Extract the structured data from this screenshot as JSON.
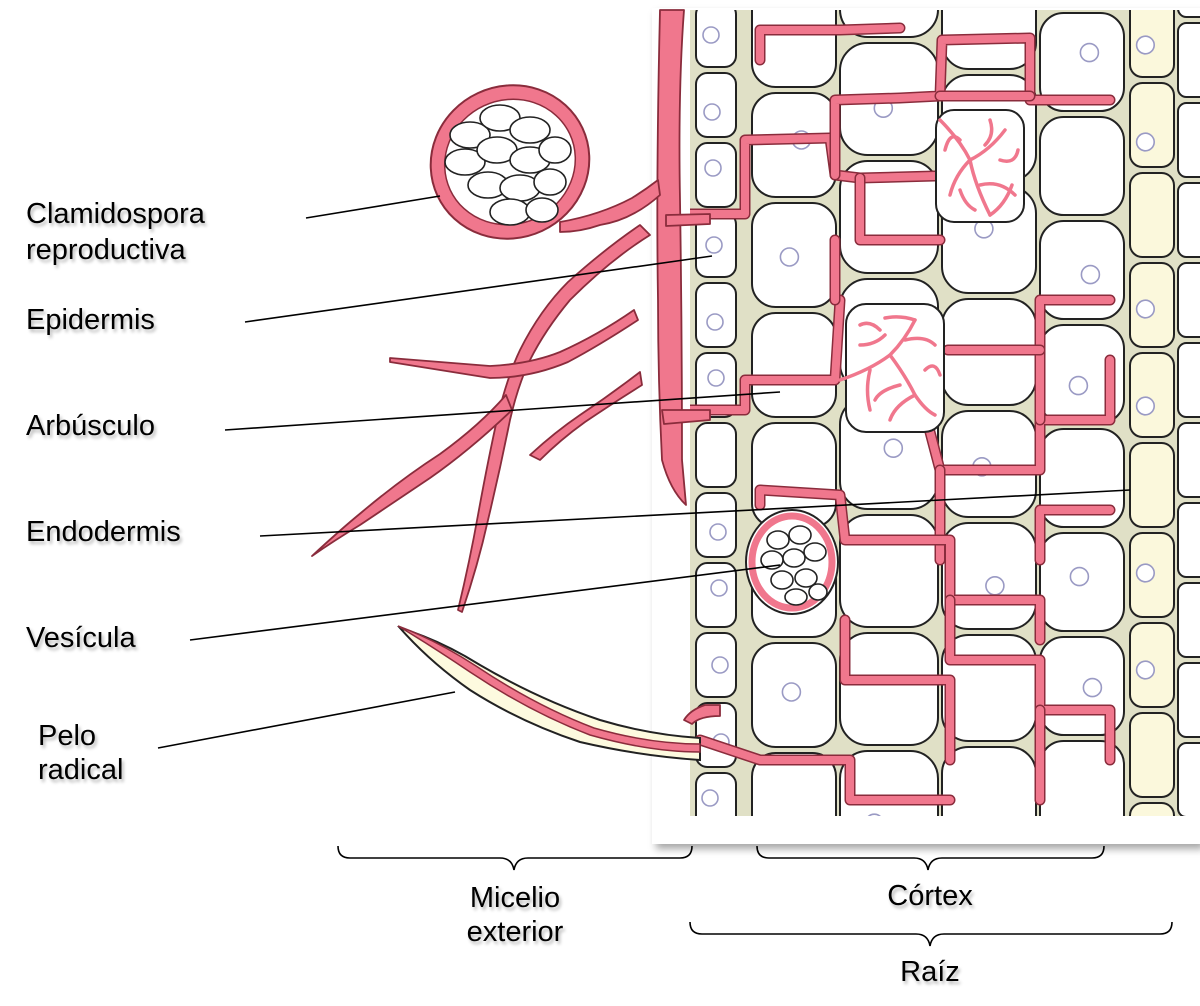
{
  "labels": {
    "clamidospora_1": "Clamidospora",
    "clamidospora_2": "reproductiva",
    "epidermis": "Epidermis",
    "arbusculo": "Arbúsculo",
    "endodermis": "Endodermis",
    "vesicula": "Vesícula",
    "pelo_1": "Pelo",
    "pelo_2": "radical",
    "micelio_1": "Micelio",
    "micelio_2": "exterior",
    "cortex": "Córtex",
    "raiz": "Raíz"
  },
  "colors": {
    "hypha": "#f0778d",
    "hypha_outline": "#8a2c3c",
    "cell_fill": "#ffffff",
    "cell_outline": "#222222",
    "intercellular": "#dcdcc3",
    "epidermis_tint": "#fbf8dc",
    "nucleus": "#9a9ac4",
    "spore_fill": "#ffffff"
  }
}
